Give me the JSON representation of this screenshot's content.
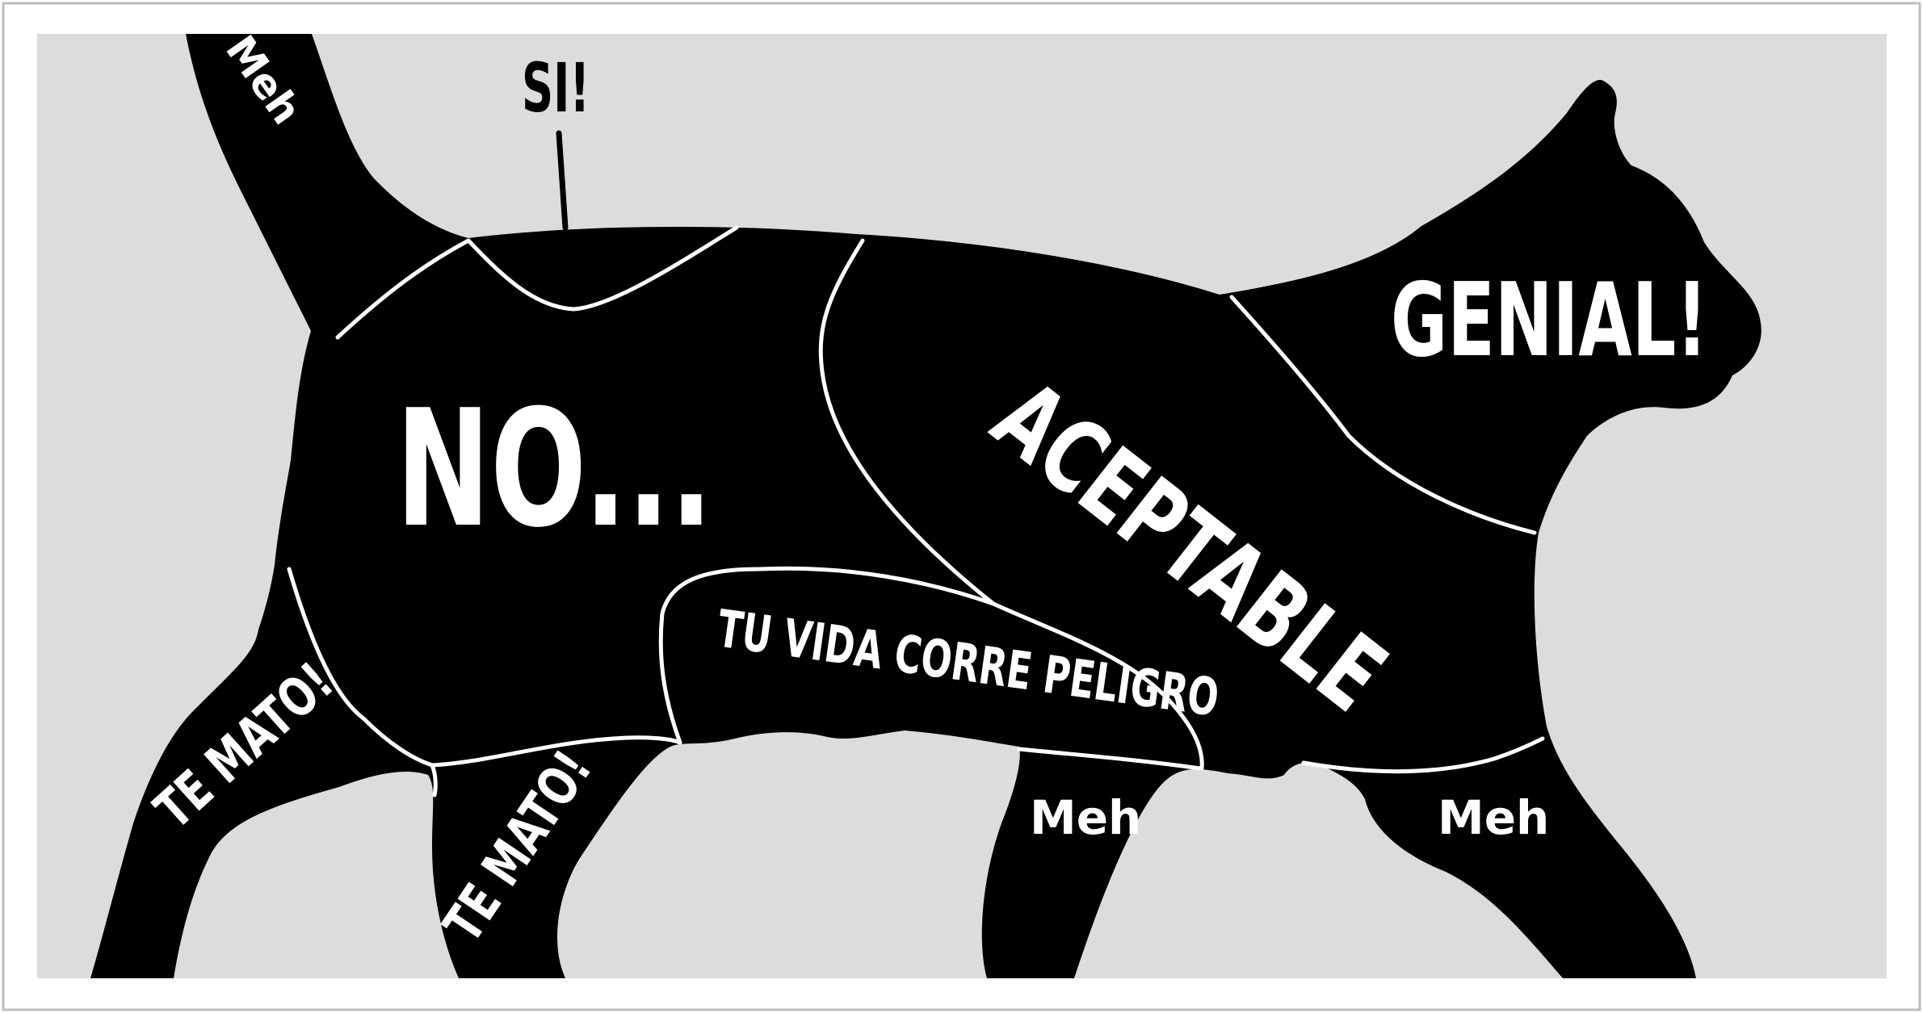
{
  "diagram": {
    "colors": {
      "page_background": "#ffffff",
      "panel_background": "#dcdcdc",
      "cat_fill": "#000000",
      "region_lines": "#ffffff",
      "label_text": "#ffffff",
      "outside_label_text": "#000000"
    },
    "regions": {
      "tail": "Meh",
      "back": "SI!",
      "chest_shoulders": "NO...",
      "middle_body": "ACEPTABLE",
      "head": "GENIAL!",
      "belly": "TU VIDA CORRE PELIGRO",
      "rear_leg_back": "TE MATO!",
      "rear_leg_front": "TE MATO!",
      "hind_leg_front": "Meh",
      "front_leg": "Meh"
    }
  }
}
